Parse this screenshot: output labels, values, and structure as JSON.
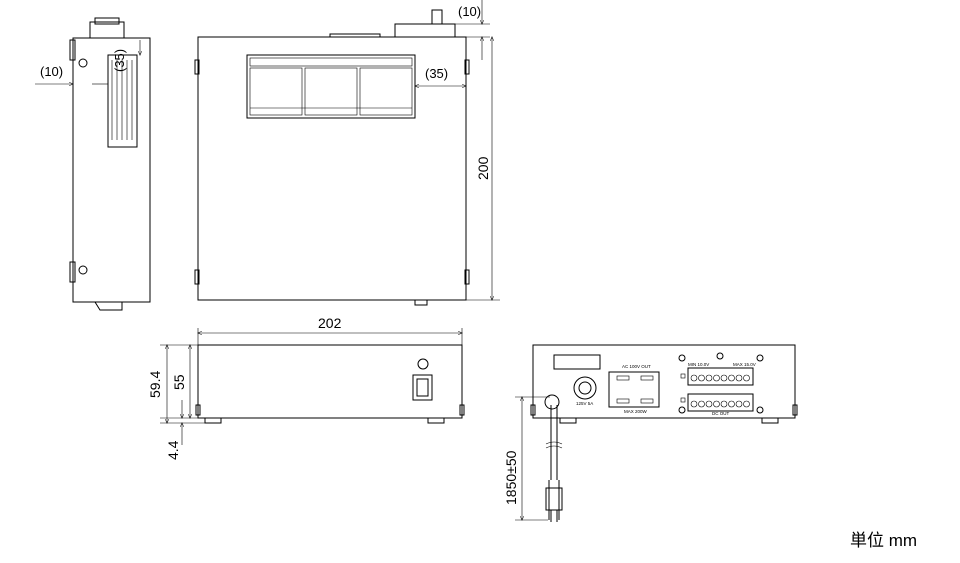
{
  "dimensions": {
    "side_offset": "(10)",
    "side_label_offset": "(35)",
    "top_offset": "(10)",
    "top_label_offset": "(35)",
    "depth": "200",
    "width": "202",
    "total_height": "59.4",
    "body_height": "55",
    "foot_height": "4.4",
    "cable_length": "1850±50"
  },
  "rear_panel": {
    "ac_out_label": "AC 100V OUT",
    "ac_max_label": "MAX 200W",
    "fuse_label": "125V 5A",
    "min_voltage_label": "MIN 10.0V",
    "max_voltage_label": "MAX 15.0V",
    "dc_out_label": "DC OUT"
  },
  "unit_note": "単位 mm"
}
